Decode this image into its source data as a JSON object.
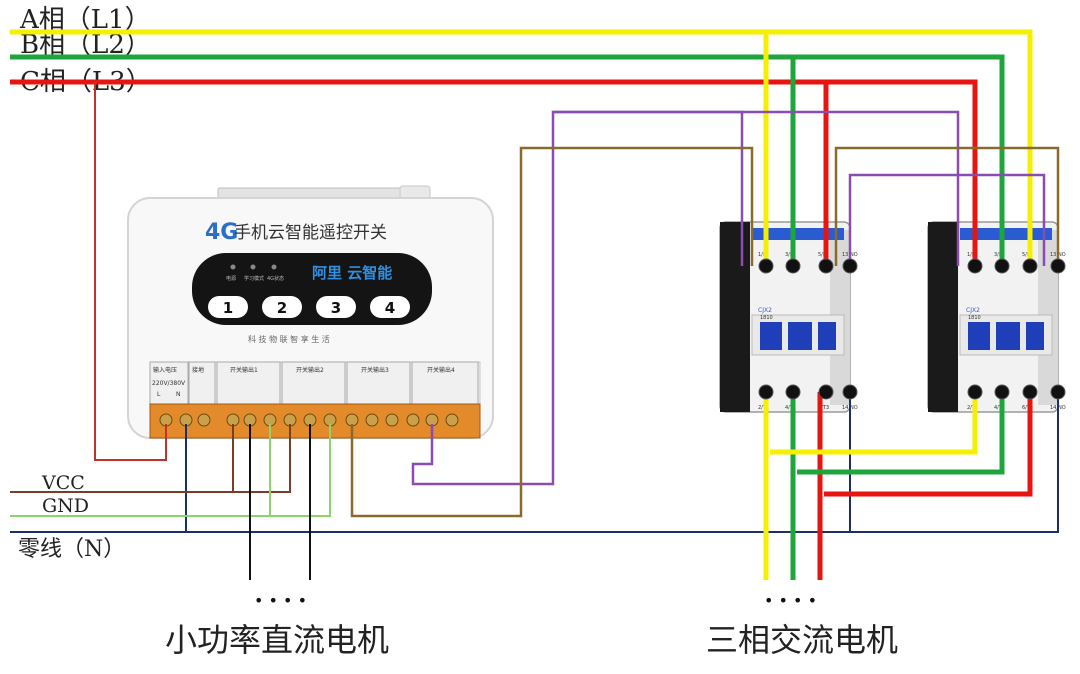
{
  "phase_labels": {
    "a": "A相（L1）",
    "b": "B相（L2）",
    "c": "C相（L3）"
  },
  "power_labels": {
    "vcc": "VCC",
    "gnd": "GND",
    "neutral": "零线（N）"
  },
  "module": {
    "title_4g": "4G",
    "title": "手机云智能遥控开关",
    "brand": "阿里 云智能",
    "slogan": "科 技 物 联   智 享 生 活",
    "indicators": [
      "电源",
      "学习模式",
      "4G状态"
    ],
    "buttons": [
      "1",
      "2",
      "3",
      "4"
    ],
    "terminal_labels": {
      "input": "输入电压",
      "input_sub": "220V/380V",
      "l": "L",
      "n": "N",
      "ground": "接地",
      "out1": "开关输出1",
      "out2": "开关输出2",
      "out3": "开关输出3",
      "out4": "开关输出4"
    }
  },
  "contactors": [
    {
      "brand": "CJX2",
      "model": "1810",
      "top_terminals": [
        "1/L1",
        "3/L2",
        "5/L3",
        "13 NO"
      ],
      "bottom_terminals": [
        "2/T1",
        "4/T2",
        "6/T3",
        "14 NO"
      ]
    },
    {
      "brand": "CJX2",
      "model": "1810",
      "top_terminals": [
        "1/L1",
        "3/L2",
        "5/L3",
        "13 NO"
      ],
      "bottom_terminals": [
        "2/T1",
        "4/T2",
        "6/T3",
        "14 NO"
      ]
    }
  ],
  "captions": {
    "dc_dots": "• • • •",
    "ac_dots": "• • • •",
    "dc_motor": "小功率直流电机",
    "ac_motor": "三相交流电机"
  },
  "colors": {
    "phase_a": "#f5ef00",
    "phase_b": "#1ea53c",
    "phase_c": "#e8140f",
    "vcc": "#7a3d2a",
    "gnd": "#8fd46a",
    "neutral": "#1d2f6b",
    "purple": "#8a4cb0",
    "brown": "#8a6a2a",
    "black": "#111111"
  }
}
